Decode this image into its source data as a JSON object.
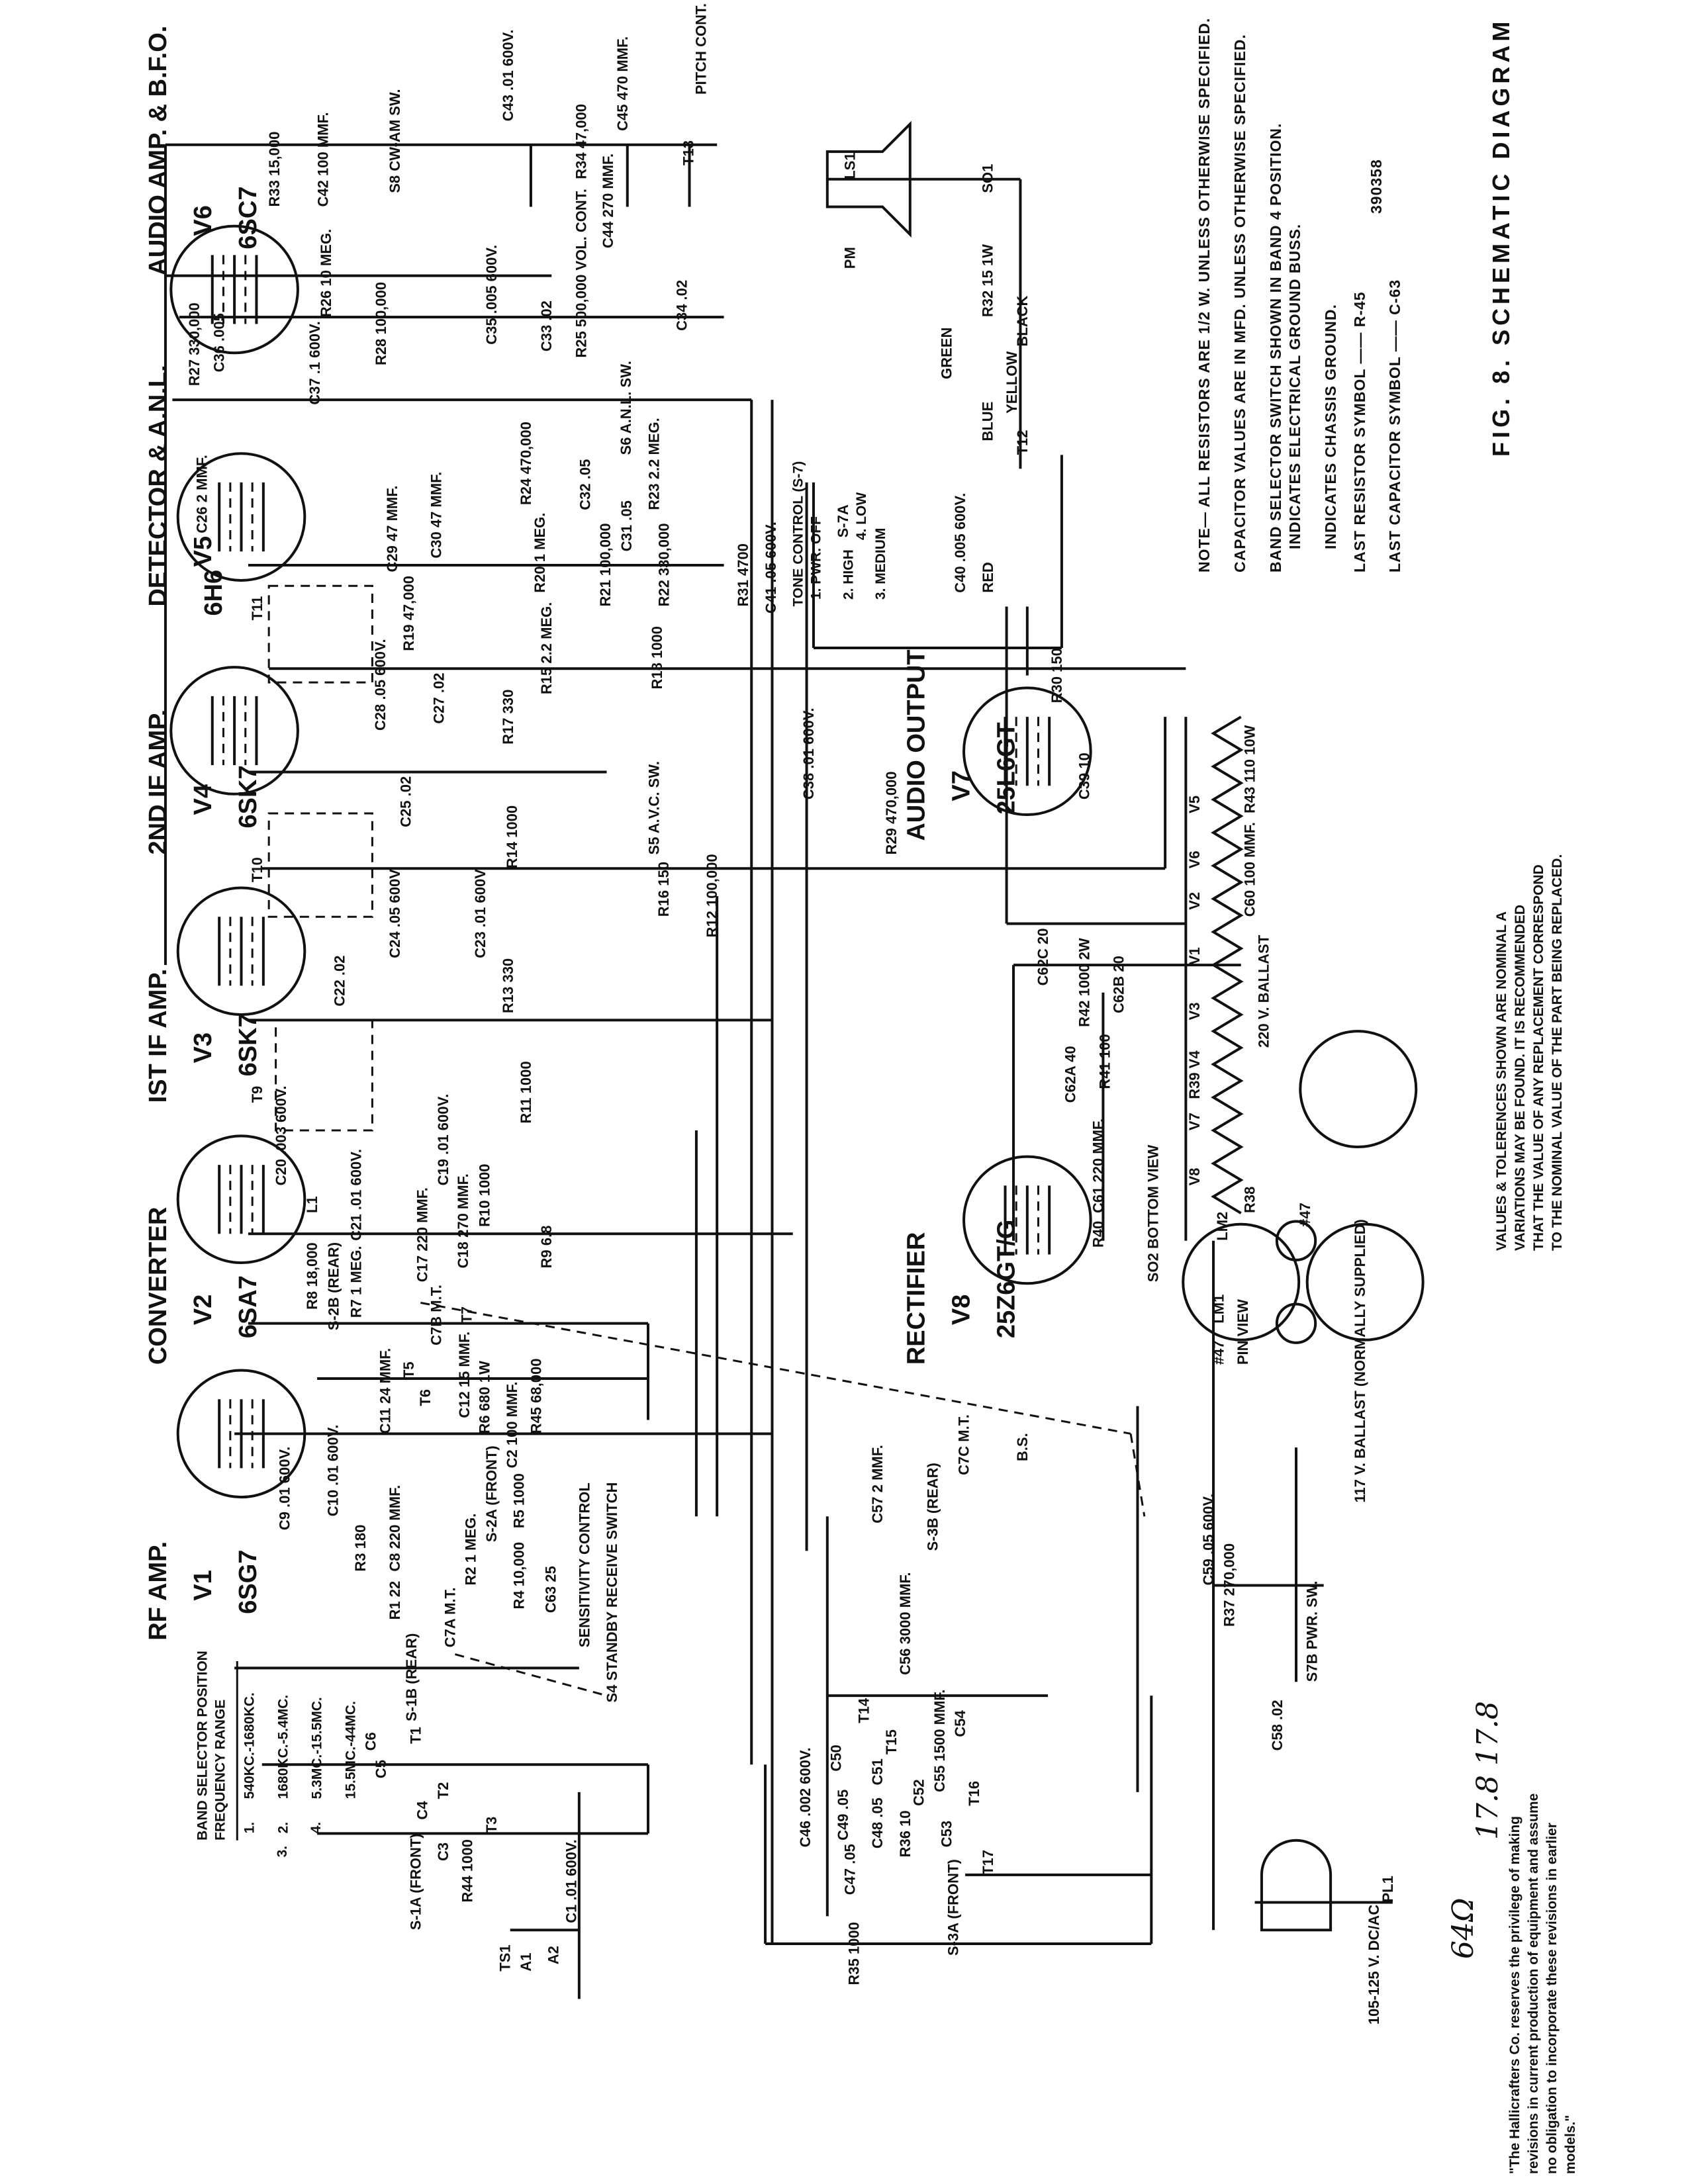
{
  "tubes": [
    {
      "label": "RF AMP.",
      "ref": "V1",
      "type": "6SG7"
    },
    {
      "label": "CONVERTER",
      "ref": "V2",
      "type": "6SA7"
    },
    {
      "label": "IST IF AMP.",
      "ref": "V3",
      "type": "6SK7"
    },
    {
      "label": "2ND IF AMP.",
      "ref": "V4",
      "type": "6SK7"
    },
    {
      "label": "DETECTOR & A.N.L.",
      "ref": "V5",
      "type": "6H6"
    },
    {
      "label": "AUDIO AMP. & B.F.O.",
      "ref": "V6",
      "type": "6SC7"
    },
    {
      "label": "AUDIO OUTPUT",
      "ref": "V7",
      "type": "25L6GT"
    },
    {
      "label": "RECTIFIER",
      "ref": "V8",
      "type": "25Z6GT/G"
    }
  ],
  "components": [
    "C43 .01 600V.",
    "T13",
    "PITCH CONT.",
    "R34 47,000",
    "C45 470 MMF.",
    "C44 270 MMF.",
    "S8 CW-AM SW.",
    "R33 15,000",
    "C42 100 MMF.",
    "R26 10 MEG.",
    "R28 100,000",
    "C37 .1 600V.",
    "R27 330,000",
    "C36 .005",
    "C35 .005 600V.",
    "C33 .02",
    "R25 500,000 VOL. CONT.",
    "C34 .02",
    "C26 2 MMF.",
    "C29 47 MMF.",
    "C30 47 MMF.",
    "R19 47,000",
    "R20 1 MEG.",
    "R24 470,000",
    "C32 .05",
    "C31 .05",
    "R23 2.2 MEG.",
    "R21 100,000",
    "R22 330,000",
    "R15 2.2 MEG.",
    "S6 A.N.L. SW.",
    "T11",
    "C28 .05 600V.",
    "C27 .02",
    "R17 330",
    "R18 1000",
    "C25 .02",
    "R14 1000",
    "T10",
    "S5 A.V.C. SW.",
    "R16 150",
    "R12 100,000",
    "C24 .05 600V.",
    "C23 .01 600V.",
    "R13 330",
    "C22 .02",
    "T9",
    "R11 1000",
    "C20 .003 600V.",
    "C19 .01 600V.",
    "C21 .01 600V.",
    "R10 1000",
    "L1",
    "R8 18,000",
    "R7 1 MEG.",
    "C17 220 MMF.",
    "C18 270 MMF.",
    "R9 6.8",
    "S-2B (REAR)",
    "C7B M.T.",
    "C11 24 MMF.",
    "T5",
    "T6",
    "T7",
    "C12 15 MMF.",
    "R6 680 1W",
    "C2 100 MMF.",
    "R45 68,000",
    "S-2A (FRONT)",
    "R5 1000",
    "C9 .01 600V.",
    "C10 .01 600V.",
    "R3 180",
    "R1 22",
    "C8 220 MMF.",
    "R2 1 MEG.",
    "R4 10,000",
    "C63 25",
    "C7A M.T.",
    "S-1B (REAR)",
    "SENSITIVITY CONTROL",
    "S4 STANDBY RECEIVE SWITCH",
    "C6",
    "C5",
    "C4",
    "C3",
    "T1",
    "T2",
    "T3",
    "R44 1000",
    "S-1A (FRONT)",
    "TS1",
    "A1",
    "A2",
    "C1 .01 600V.",
    "C57 2 MMF.",
    "C56 3000 MMF.",
    "C55 1500 MMF.",
    "C54",
    "C50",
    "C51",
    "C52",
    "C53",
    "T14",
    "T15",
    "T16",
    "T17",
    "R36 10",
    "C48 .05",
    "C49 .05",
    "C46 .002 600V.",
    "C47 .05",
    "R35 1000",
    "S-3A (FRONT)",
    "S-3B (REAR)",
    "C7C M.T.",
    "B.S.",
    "C38 .01 600V.",
    "R29 470,000",
    "C39 10",
    "R30 150",
    "C40 .005 600V.",
    "C41 .05 600V.",
    "R31 4700",
    "S-7A",
    "T12",
    "BLUE",
    "RED",
    "GREEN",
    "YELLOW",
    "BLACK",
    "R32 15 1W",
    "LS1",
    "SO1",
    "PM",
    "R43 110 10W",
    "C60 100 MMF.",
    "V5",
    "V6",
    "V2",
    "V1",
    "V3",
    "V4",
    "V7",
    "V8",
    "R42 1000 2W",
    "C62C 20",
    "C62B 20",
    "C62A 40",
    "R41 100",
    "C61 220 MMF.",
    "R40",
    "R39",
    "220 V. BALLAST",
    "R38",
    "PIN VIEW",
    "LM1",
    "LM2",
    "#47",
    "#47",
    "SO2 BOTTOM VIEW",
    "117 V. BALLAST (NORMALLY SUPPLIED)",
    "C59 .05 600V.",
    "R37 270,000",
    "S7B PWR. SW.",
    "C58 .02",
    "PL1",
    "105-125 V. DC/AC"
  ],
  "tone_control": {
    "title": "TONE CONTROL (S-7)",
    "options": [
      "1. PWR. OFF",
      "2. HIGH",
      "3. MEDIUM",
      "4. LOW"
    ]
  },
  "band_table": {
    "headers": [
      "BAND SELECTOR POSITION",
      "FREQUENCY RANGE"
    ],
    "rows": [
      [
        "1.",
        "540KC.-1680KC."
      ],
      [
        "2.",
        "1680KC.-5.4MC."
      ],
      [
        "3.",
        "5.3MC.-15.5MC."
      ],
      [
        "4.",
        "15.5MC.-44MC."
      ]
    ]
  },
  "notes": [
    "NOTE— ALL RESISTORS ARE 1/2 W. UNLESS OTHERWISE SPECIFIED.",
    "CAPACITOR VALUES ARE IN MFD. UNLESS OTHERWISE SPECIFIED.",
    "BAND SELECTOR SWITCH SHOWN IN BAND 4 POSITION.",
    "INDICATES ELECTRICAL GROUND BUSS.",
    "INDICATES CHASSIS GROUND.",
    "LAST RESISTOR SYMBOL —— R-45",
    "LAST CAPACITOR SYMBOL —— C-63"
  ],
  "drawing_number": "390358",
  "title": "FIG. 8. SCHEMATIC DIAGRAM",
  "values_note": [
    "VALUES & TOLERENCES SHOWN ARE NOMINAL A",
    "VARIATIONS MAY BE FOUND. IT IS RECOMMENDED",
    "THAT THE VALUE OF ANY REPLACEMENT CORRESPOND",
    "TO THE NOMINAL VALUE OF THE PART BEING REPLACED."
  ],
  "copyright": [
    "\"The Hallicrafters Co. reserves the privilege of making",
    "revisions in current production of equipment and assume",
    "no obligation to incorporate these revisions in earlier",
    "models.\""
  ],
  "handwritten": [
    "64Ω",
    "17.8 17.8"
  ]
}
